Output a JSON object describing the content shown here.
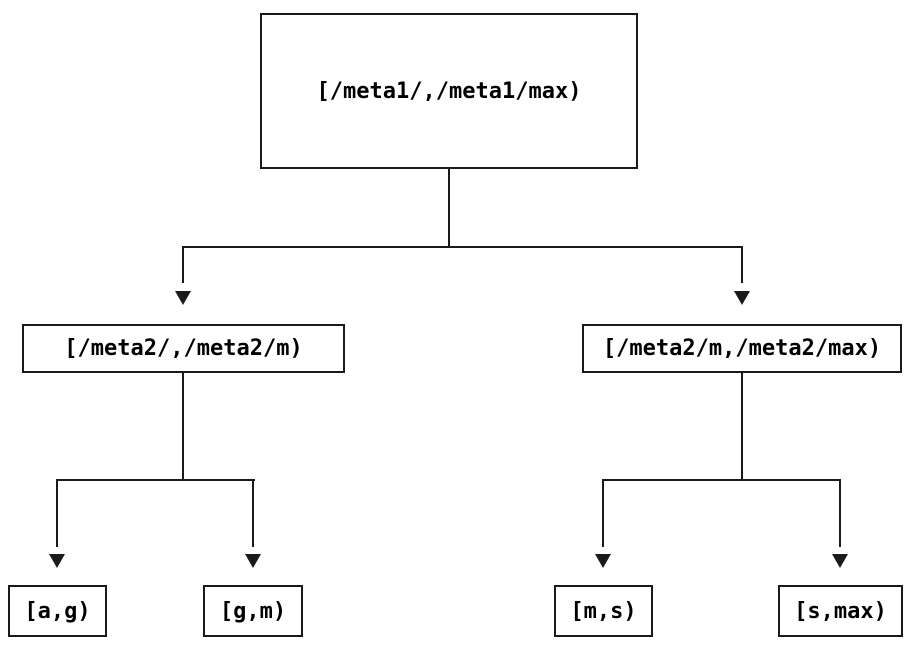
{
  "diagram": {
    "type": "tree",
    "nodes": {
      "root": {
        "label": "[/meta1/,/meta1/max)"
      },
      "left": {
        "label": "[/meta2/,/meta2/m)"
      },
      "right": {
        "label": "[/meta2/m,/meta2/max)"
      },
      "leaf_ag": {
        "label": "[a,g)"
      },
      "leaf_gm": {
        "label": "[g,m)"
      },
      "leaf_ms": {
        "label": "[m,s)"
      },
      "leaf_smax": {
        "label": "[s,max)"
      }
    },
    "edges": [
      {
        "from": "root",
        "to": "left"
      },
      {
        "from": "root",
        "to": "right"
      },
      {
        "from": "left",
        "to": "leaf_ag"
      },
      {
        "from": "left",
        "to": "leaf_gm"
      },
      {
        "from": "right",
        "to": "leaf_ms"
      },
      {
        "from": "right",
        "to": "leaf_smax"
      }
    ],
    "colors": {
      "line": "#1a1a1a",
      "background": "#ffffff",
      "text": "#000000"
    }
  }
}
